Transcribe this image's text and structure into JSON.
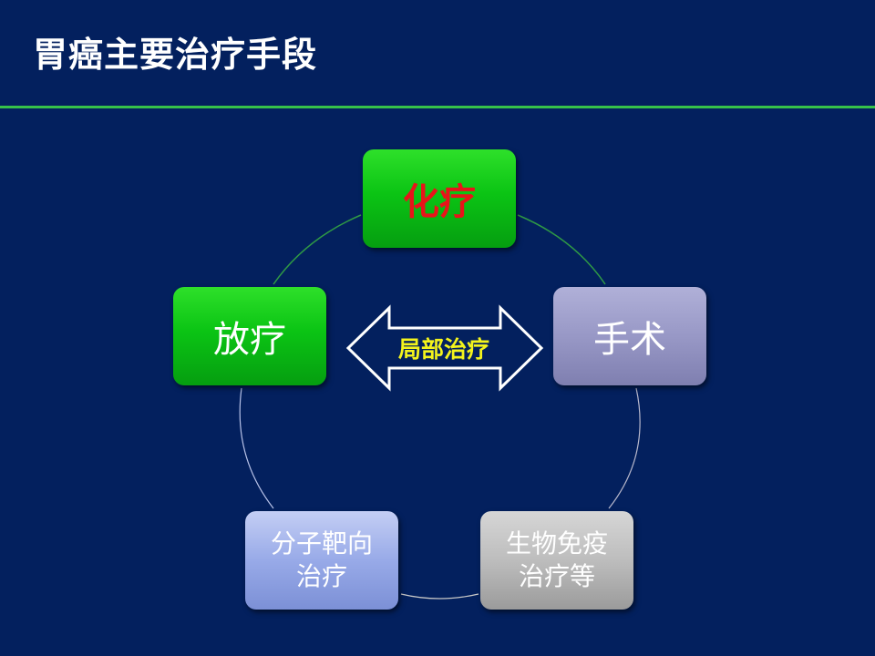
{
  "slide": {
    "title": "胃癌主要治疗手段"
  },
  "diagram": {
    "nodes": {
      "chemotherapy": "化疗",
      "radiotherapy": "放疗",
      "surgery": "手术",
      "targeted_therapy": "分子靶向\n治疗",
      "biological_immunotherapy": "生物免疫\n治疗等"
    },
    "center_arrow_label": "局部治疗"
  },
  "colors": {
    "background": "#03205e",
    "title_rule": "#36c24a",
    "chemotherapy_label": "#e8141a",
    "arrow_label": "#f3f31c",
    "green_node": "#0bc414",
    "surgery_node": "#9898c6",
    "targeted_node": "#98aae8",
    "immuno_node": "#bdbdbd"
  }
}
